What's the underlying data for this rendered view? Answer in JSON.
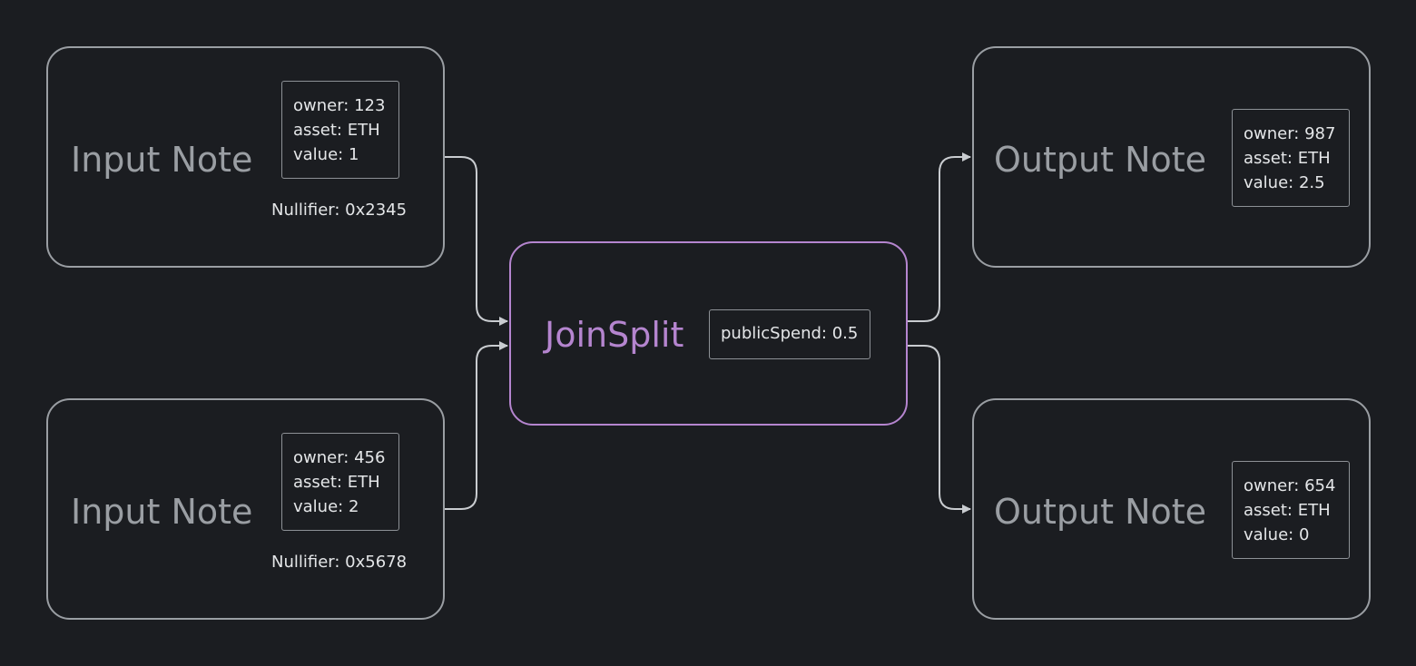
{
  "input_notes": [
    {
      "title": "Input Note",
      "attributes": [
        "owner: 123",
        "asset: ETH",
        "value: 1"
      ],
      "nullifier": "Nullifier: 0x2345"
    },
    {
      "title": "Input Note",
      "attributes": [
        "owner: 456",
        "asset: ETH",
        "value: 2"
      ],
      "nullifier": "Nullifier: 0x5678"
    }
  ],
  "joinsplit": {
    "title": "JoinSplit",
    "attribute": "publicSpend: 0.5"
  },
  "output_notes": [
    {
      "title": "Output Note",
      "attributes": [
        "owner: 987",
        "asset: ETH",
        "value: 2.5"
      ]
    },
    {
      "title": "Output Note",
      "attributes": [
        "owner: 654",
        "asset: ETH",
        "value: 0"
      ]
    }
  ],
  "colors": {
    "background": "#1b1d21",
    "node_border": "#9a9ea3",
    "accent": "#b585cf",
    "text": "#e4e6e8"
  }
}
